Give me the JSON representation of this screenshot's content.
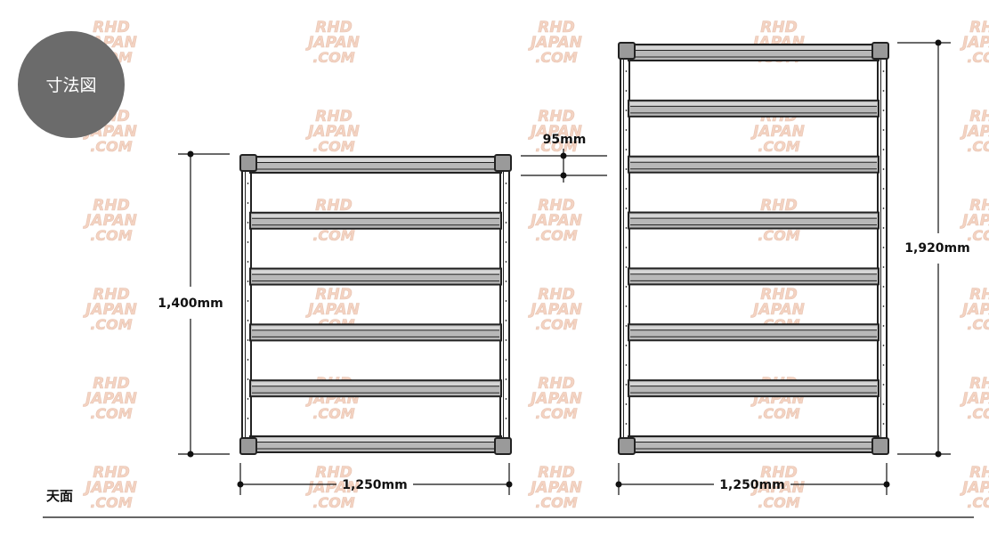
{
  "badge": {
    "label": "寸法図",
    "color": "#6b6b6b"
  },
  "view_label": "天面",
  "watermark": {
    "lines": [
      "RHD",
      "JAPAN",
      ".COM"
    ],
    "color": "#e8a07a"
  },
  "rack_small": {
    "height_label": "1,400mm",
    "width_label": "1,250mm",
    "shelf_count": 6
  },
  "rack_large": {
    "height_label": "1,920mm",
    "width_label": "1,250mm",
    "shelf_count": 8
  },
  "spacing": {
    "label": "95mm"
  },
  "colors": {
    "frame": "#222222",
    "shelf": "#b8b8b8",
    "shelf_top": "#d6d6d6",
    "rule": "#333333"
  }
}
